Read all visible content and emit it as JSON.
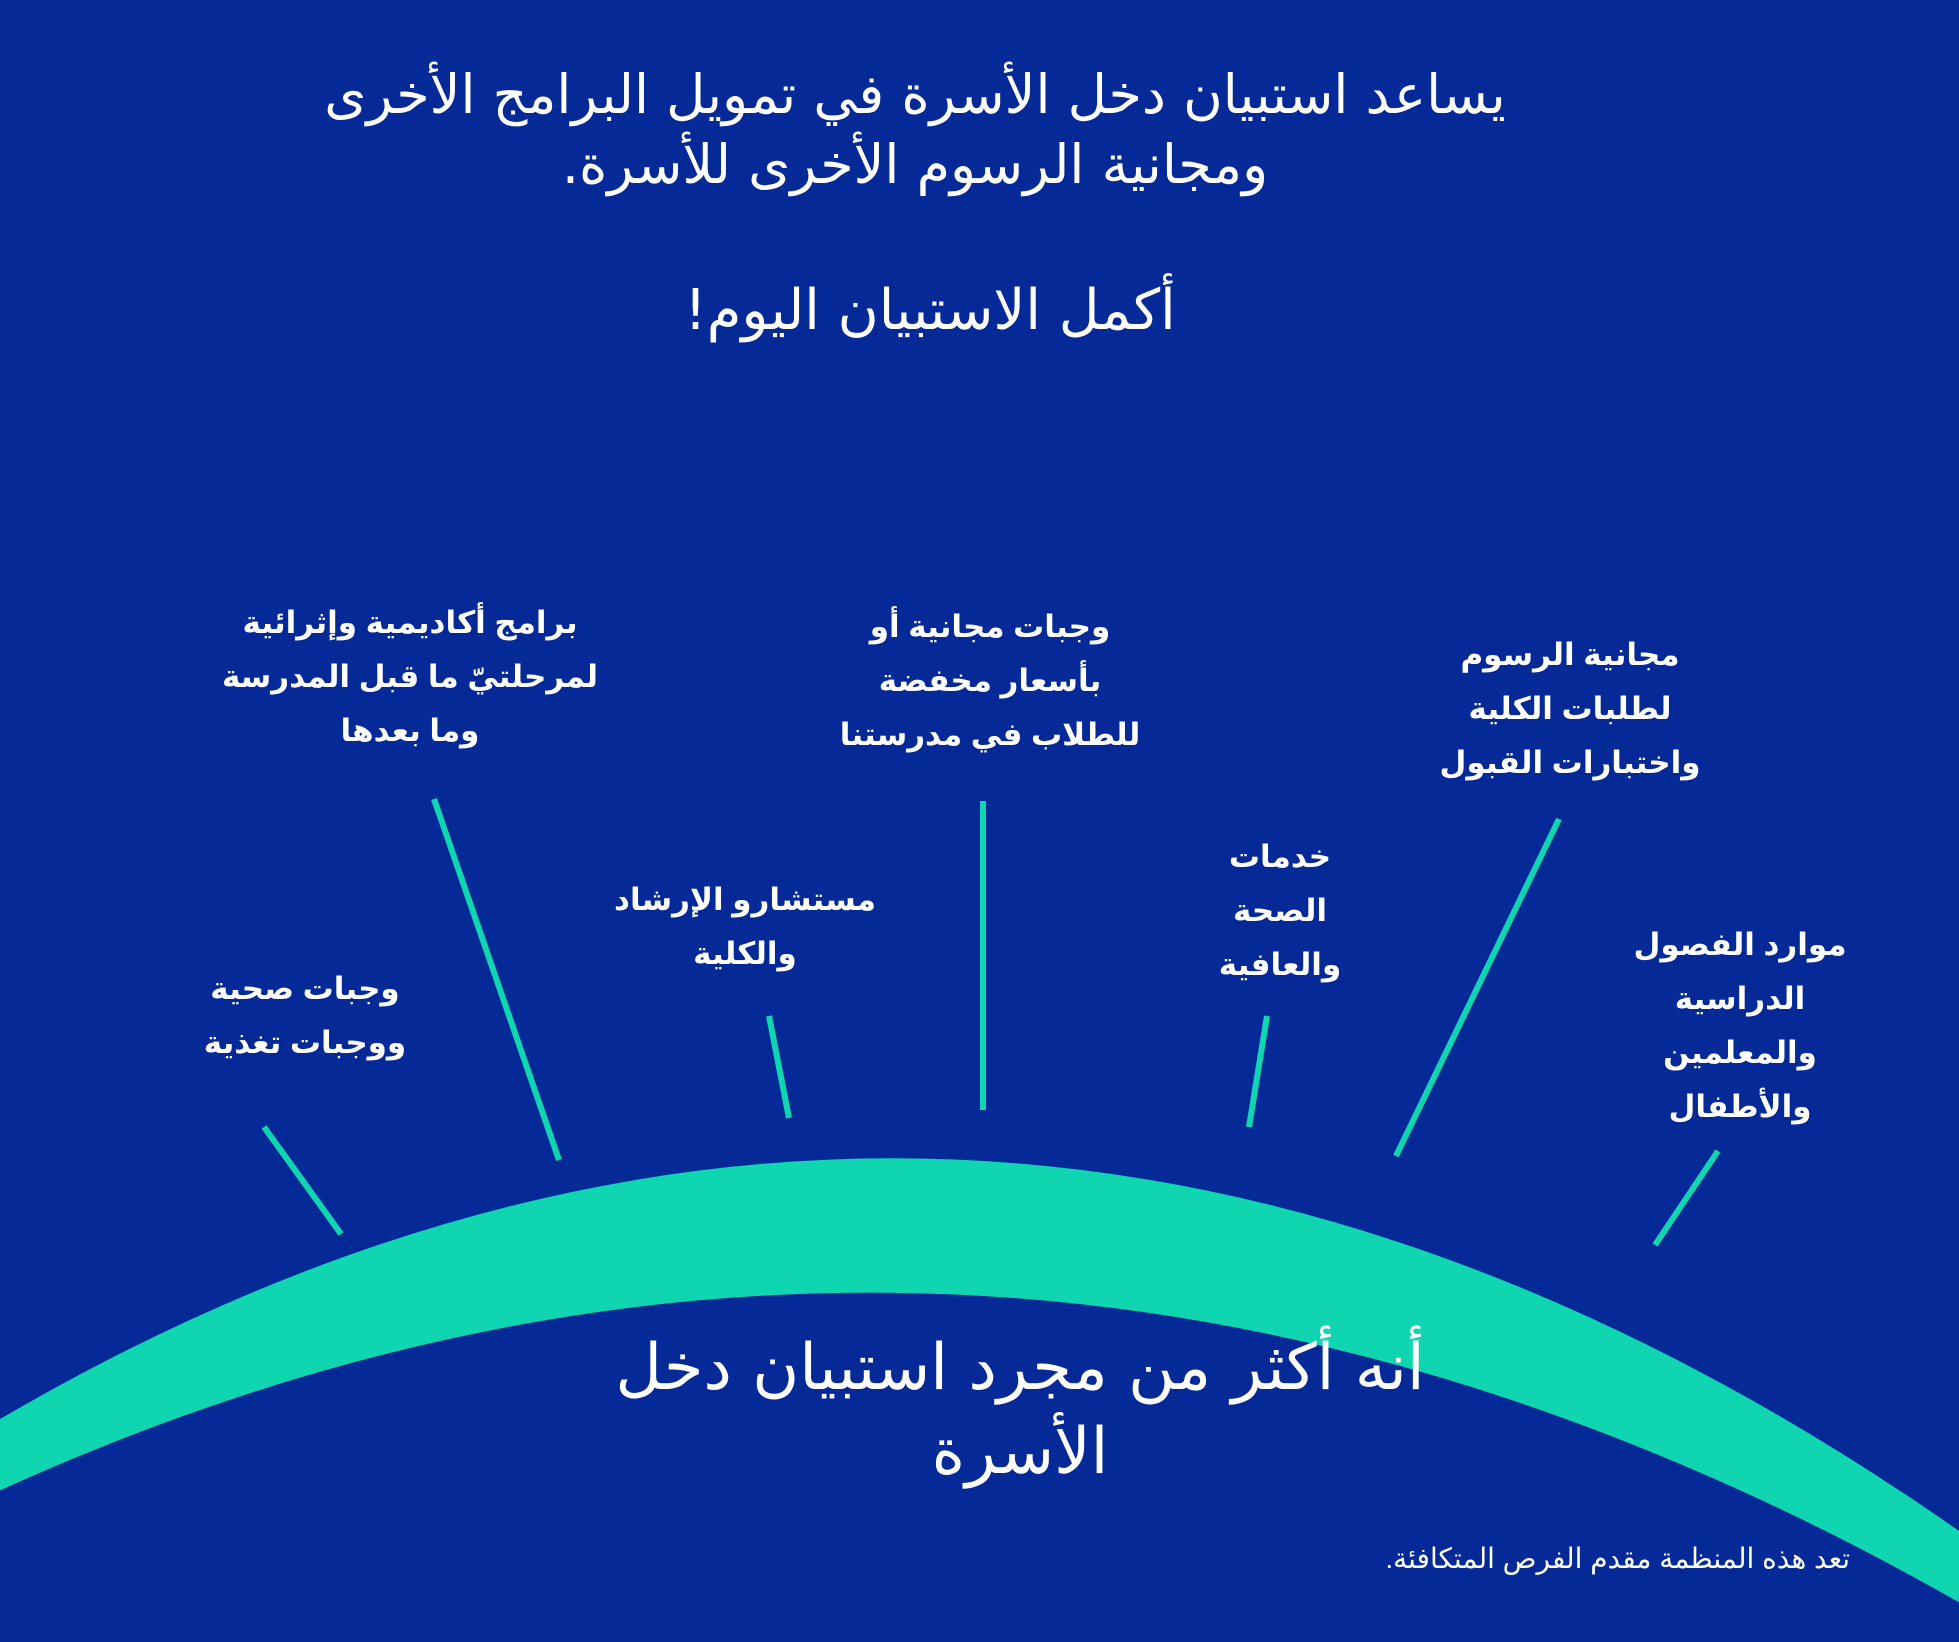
{
  "theme": {
    "background": "#052a98",
    "accent": "#0fd5b0",
    "text": "#ffffff"
  },
  "header": {
    "headline": "يساعد استبيان دخل الأسرة في تمويل البرامج الأخرى\nومجانية الرسوم الأخرى للأسرة.",
    "call_to_action": "أكمل الاستبيان اليوم!"
  },
  "benefits": [
    {
      "id": "healthy-meals",
      "label": "وجبات صحية\nووجبات تغذية"
    },
    {
      "id": "academic-programs",
      "label": "برامج أكاديمية وإثرائية\nلمرحلتيّ ما قبل المدرسة\nوما بعدها"
    },
    {
      "id": "counselors",
      "label": "مستشارو الإرشاد\nوالكلية"
    },
    {
      "id": "free-meals",
      "label": "وجبات مجانية أو\nبأسعار مخفضة\nللطلاب في مدرستنا"
    },
    {
      "id": "health-services",
      "label": "خدمات\nالصحة\nوالعافية"
    },
    {
      "id": "fee-waivers",
      "label": "مجانية الرسوم\nلطلبات الكلية\nواختبارات القبول"
    },
    {
      "id": "classroom-resources",
      "label": "موارد الفصول\nالدراسية\nوالمعلمين\nوالأطفال"
    }
  ],
  "arc_caption": "أنه أكثر من مجرد استبيان دخل\nالأسرة",
  "footer": {
    "notice": "تعد هذه المنظمة مقدم الفرص المتكافئة."
  }
}
